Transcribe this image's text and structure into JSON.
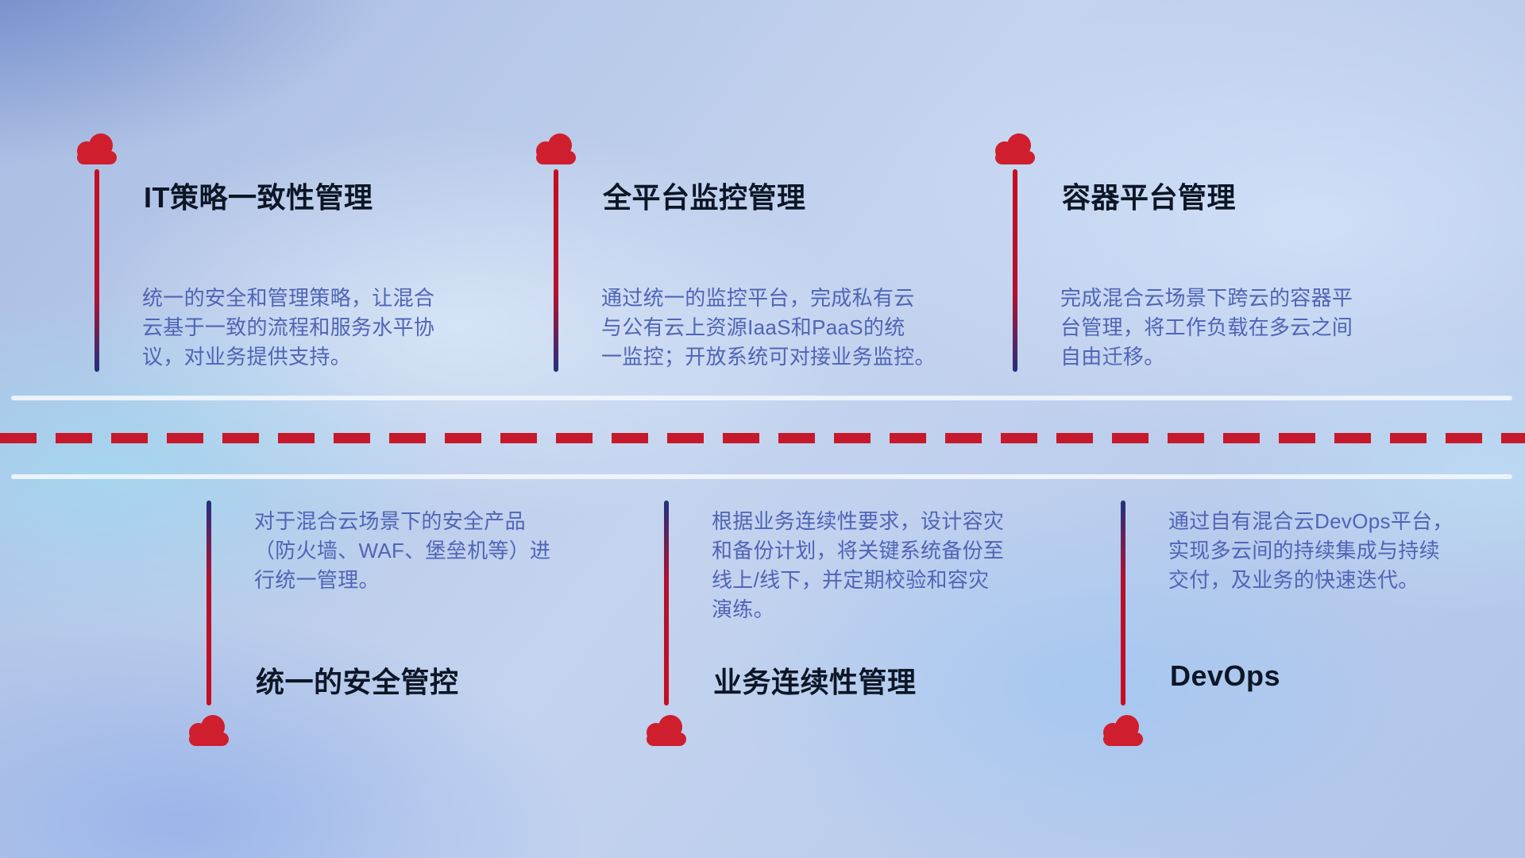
{
  "items": [
    {
      "title": "IT策略一致性管理",
      "description": "统一的安全和管理策略，让混合\n云基于一致的流程和服务水平协\n议，对业务提供支持。",
      "position": "top"
    },
    {
      "title": "全平台监控管理",
      "description": "通过统一的监控平台，完成私有云\n与公有云上资源IaaS和PaaS的统\n一监控；开放系统可对接业务监控。",
      "position": "top"
    },
    {
      "title": "容器平台管理",
      "description": "完成混合云场景下跨云的容器平\n台管理，将工作负载在多云之间\n自由迁移。",
      "position": "top"
    },
    {
      "title": "统一的安全管控",
      "description": "对于混合云场景下的安全产品\n（防火墙、WAF、堡垒机等）进\n行统一管理。",
      "position": "bottom"
    },
    {
      "title": "业务连续性管理",
      "description": "根据业务连续性要求，设计容灾\n和备份计划，将关键系统备份至\n线上/线下，并定期校验和容灾\n演练。",
      "position": "bottom"
    },
    {
      "title": "DevOps",
      "description": "通过自有混合云DevOps平台，\n实现多云间的持续集成与持续\n交付，及业务的快速迭代。",
      "position": "bottom"
    }
  ],
  "colors": {
    "cloud": "#cf1e2e",
    "dash": "#c6192b",
    "stem_red": "#b11130",
    "stem_blue": "#22307f",
    "title_text": "#0c1626",
    "description_text": "#5164b6",
    "timeline_line": "#f2f6fd"
  }
}
